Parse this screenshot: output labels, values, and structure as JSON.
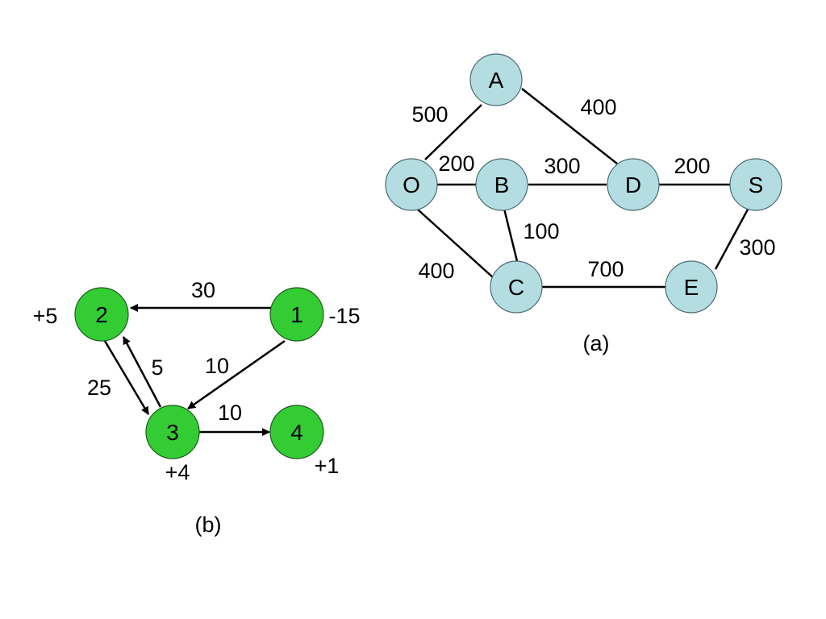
{
  "graph_a": {
    "caption": "(a)",
    "colors": {
      "node_fill": "#b4dde2",
      "edge": "#000000"
    },
    "nodes": [
      {
        "id": "A",
        "label": "A"
      },
      {
        "id": "O",
        "label": "O"
      },
      {
        "id": "B",
        "label": "B"
      },
      {
        "id": "D",
        "label": "D"
      },
      {
        "id": "S",
        "label": "S"
      },
      {
        "id": "C",
        "label": "C"
      },
      {
        "id": "E",
        "label": "E"
      }
    ],
    "edges": [
      {
        "from": "O",
        "to": "A",
        "weight": "500"
      },
      {
        "from": "A",
        "to": "D",
        "weight": "400"
      },
      {
        "from": "O",
        "to": "B",
        "weight": "200"
      },
      {
        "from": "B",
        "to": "D",
        "weight": "300"
      },
      {
        "from": "D",
        "to": "S",
        "weight": "200"
      },
      {
        "from": "B",
        "to": "C",
        "weight": "100"
      },
      {
        "from": "O",
        "to": "C",
        "weight": "400"
      },
      {
        "from": "C",
        "to": "E",
        "weight": "700"
      },
      {
        "from": "S",
        "to": "E",
        "weight": "300"
      }
    ]
  },
  "graph_b": {
    "caption": "(b)",
    "colors": {
      "node_fill": "#33cc33",
      "edge": "#000000"
    },
    "nodes": [
      {
        "id": "1",
        "label": "1",
        "supply": "-15"
      },
      {
        "id": "2",
        "label": "2",
        "supply": "+5"
      },
      {
        "id": "3",
        "label": "3",
        "supply": "+4"
      },
      {
        "id": "4",
        "label": "4",
        "supply": "+1"
      }
    ],
    "arcs": [
      {
        "from": "1",
        "to": "2",
        "weight": "30"
      },
      {
        "from": "1",
        "to": "3",
        "weight": "10"
      },
      {
        "from": "2",
        "to": "3",
        "weight": "25"
      },
      {
        "from": "3",
        "to": "2",
        "weight": "5"
      },
      {
        "from": "3",
        "to": "4",
        "weight": "10"
      }
    ]
  }
}
